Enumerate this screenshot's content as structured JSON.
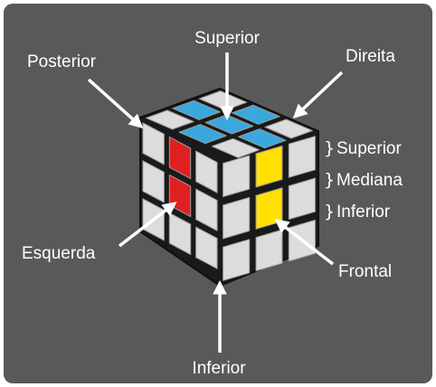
{
  "colors": {
    "background": "#595959",
    "label": "#ffffff",
    "sticker_white": "#dcdcdc",
    "sticker_blue": "#3aa8dc",
    "sticker_red": "#e02020",
    "sticker_yellow": "#ffe000"
  },
  "labels": {
    "superior_top": "Superior",
    "direita": "Direita",
    "posterior": "Posterior",
    "esquerda": "Esquerda",
    "frontal": "Frontal",
    "inferior_bottom": "Inferior"
  },
  "layers": {
    "brace": "}",
    "items": [
      "Superior",
      "Mediana",
      "Inferior"
    ]
  },
  "cube": {
    "top_face_colors": [
      [
        "white",
        "blue",
        "white"
      ],
      [
        "blue",
        "blue",
        "blue"
      ],
      [
        "white",
        "blue",
        "white"
      ]
    ],
    "left_face_colors": [
      [
        "white",
        "red",
        "white"
      ],
      [
        "white",
        "red",
        "white"
      ],
      [
        "white",
        "white",
        "white"
      ]
    ],
    "right_face_colors": [
      [
        "white",
        "yellow",
        "white"
      ],
      [
        "white",
        "yellow",
        "white"
      ],
      [
        "white",
        "white",
        "white"
      ]
    ]
  }
}
